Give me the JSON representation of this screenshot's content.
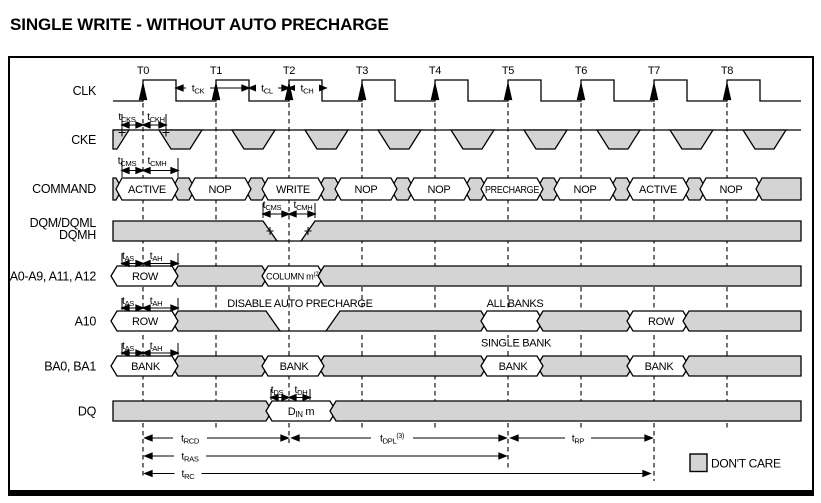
{
  "title": "SINGLE WRITE - WITHOUT AUTO PRECHARGE",
  "colors": {
    "dont_care_fill": "#d4d4d4",
    "line": "#000000",
    "background": "#ffffff"
  },
  "legend": {
    "label": "DON'T CARE"
  },
  "clock": {
    "label": "CLK",
    "edge_labels": [
      "T0",
      "T1",
      "T2",
      "T3",
      "T4",
      "T5",
      "T6",
      "T7",
      "T8"
    ],
    "period_annotation": {
      "base": "t",
      "sub": "CK"
    },
    "low_annotation": {
      "base": "t",
      "sub": "CL"
    },
    "high_annotation": {
      "base": "t",
      "sub": "CH"
    },
    "setup": {
      "base": "t",
      "sub": "CKS"
    },
    "hold": {
      "base": "t",
      "sub": "CKH"
    }
  },
  "cke": {
    "label": "CKE"
  },
  "command": {
    "label": "COMMAND",
    "values": [
      "ACTIVE",
      "NOP",
      "WRITE",
      "NOP",
      "NOP",
      "PRECHARGE",
      "NOP",
      "ACTIVE",
      "NOP"
    ],
    "setup": {
      "base": "t",
      "sub": "CMS"
    },
    "hold": {
      "base": "t",
      "sub": "CMH"
    }
  },
  "dqm": {
    "label_lines": [
      "DQM/DQML",
      "DQMH"
    ],
    "setup": {
      "base": "t",
      "sub": "CMS"
    },
    "hold": {
      "base": "t",
      "sub": "CMH"
    }
  },
  "address": {
    "label": "A0-A9, A11, A12",
    "setup": {
      "base": "t",
      "sub": "AS"
    },
    "hold": {
      "base": "t",
      "sub": "AH"
    },
    "values": [
      {
        "edge": 0,
        "text": "ROW"
      },
      {
        "edge": 2,
        "text": "COLUMN m",
        "sup": "(2)"
      }
    ]
  },
  "a10": {
    "label": "A10",
    "setup": {
      "base": "t",
      "sub": "AS"
    },
    "hold": {
      "base": "t",
      "sub": "AH"
    },
    "low_annotation": "DISABLE AUTO PRECHARGE",
    "values": [
      {
        "edge": 0,
        "text": "ROW"
      },
      {
        "edge": 5,
        "text": "",
        "label_above": "ALL BANKS",
        "label_below": "SINGLE BANK"
      },
      {
        "edge": 7,
        "text": "ROW"
      }
    ]
  },
  "ba": {
    "label": "BA0, BA1",
    "setup": {
      "base": "t",
      "sub": "AS"
    },
    "hold": {
      "base": "t",
      "sub": "AH"
    },
    "values": [
      {
        "edge": 0,
        "text": "BANK"
      },
      {
        "edge": 2,
        "text": "BANK"
      },
      {
        "edge": 5,
        "text": "BANK"
      },
      {
        "edge": 7,
        "text": "BANK"
      }
    ]
  },
  "dq": {
    "label": "DQ",
    "setup": {
      "base": "t",
      "sub": "DS"
    },
    "hold": {
      "base": "t",
      "sub": "DH"
    },
    "value": {
      "base": "D",
      "sub": "IN",
      "rest": " m",
      "edge": 2
    }
  },
  "spans": [
    {
      "base": "t",
      "sub": "RCD",
      "from_edge": 0,
      "to_edge": 2
    },
    {
      "base": "t",
      "sub": "DPL",
      "sup": "(3)",
      "from_edge": 2,
      "to_edge": 5
    },
    {
      "base": "t",
      "sub": "RP",
      "from_edge": 5,
      "to_edge": 7
    },
    {
      "base": "t",
      "sub": "RAS",
      "from_edge": 0,
      "to_edge": 5
    },
    {
      "base": "t",
      "sub": "RC",
      "from_edge": 0,
      "to_edge": 7
    }
  ]
}
